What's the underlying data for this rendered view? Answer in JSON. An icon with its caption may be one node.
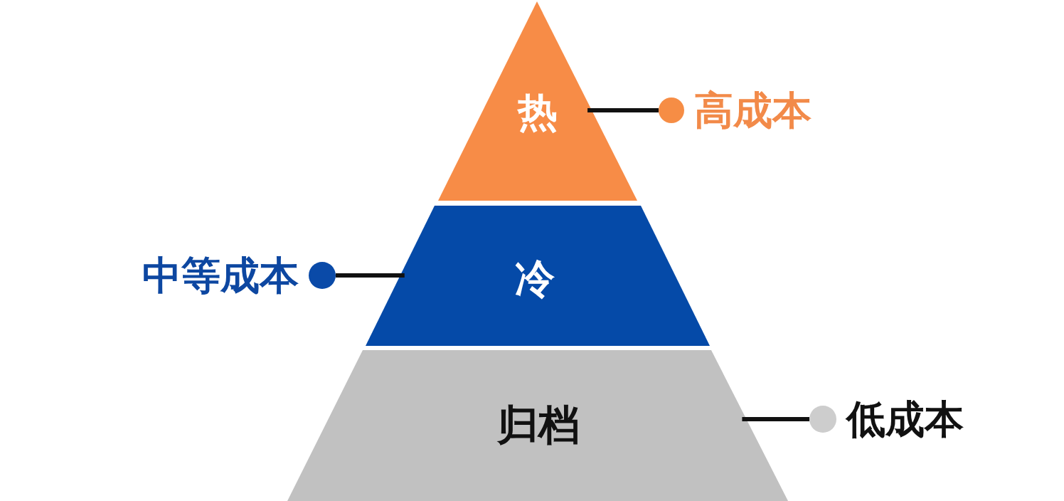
{
  "diagram": {
    "nodes": [
      {
        "text": [
          "热"
        ]
      },
      {
        "text": [
          "高成本"
        ]
      },
      {
        "text": [
          "中等成本"
        ]
      },
      {
        "text": [
          "冷"
        ]
      },
      {
        "text": [
          "归档"
        ]
      },
      {
        "text": [
          "低成本"
        ]
      }
    ],
    "edges": [
      {
        "from": 1,
        "to": 0,
        "arrow": "none"
      },
      {
        "from": 2,
        "to": 3,
        "arrow": "none"
      },
      {
        "from": 5,
        "to": 4,
        "arrow": "none"
      }
    ]
  }
}
